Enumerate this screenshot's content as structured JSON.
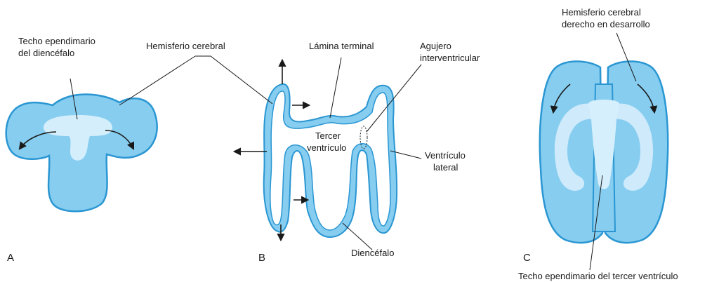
{
  "colors": {
    "tissue": "#86cdf0",
    "outline": "#2a96d2",
    "roof": "#d4eefb",
    "ink": "#1a1a1a"
  },
  "panel_a": {
    "letter": "A",
    "label_roof_line1": "Techo ependimario",
    "label_roof_line2": "del diencéfalo"
  },
  "panel_b": {
    "letter": "B",
    "label_hemisphere": "Hemisferio cerebral",
    "label_lamina": "Lámina terminal",
    "label_foramen_line1": "Agujero",
    "label_foramen_line2": "interventricular",
    "label_third_line1": "Tercer",
    "label_third_line2": "ventrículo",
    "label_lateral_line1": "Ventrículo",
    "label_lateral_line2": "lateral",
    "label_diencephalon": "Diencéfalo"
  },
  "panel_c": {
    "letter": "C",
    "label_right_line1": "Hemisferio cerebral",
    "label_right_line2": "derecho en desarrollo",
    "label_roof_third": "Techo ependimario del tercer ventrículo"
  }
}
